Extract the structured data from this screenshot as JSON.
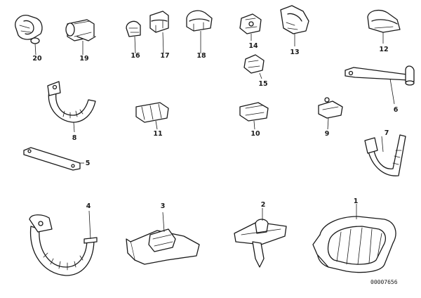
{
  "callouts": [
    "1",
    "2",
    "3",
    "4",
    "5",
    "6",
    "7",
    "8",
    "9",
    "10",
    "11",
    "12",
    "13",
    "14",
    "15",
    "16",
    "17",
    "18",
    "19",
    "20"
  ],
  "reference": "00007656",
  "colors": {
    "line": "#1a1a1a",
    "background": "#ffffff"
  }
}
